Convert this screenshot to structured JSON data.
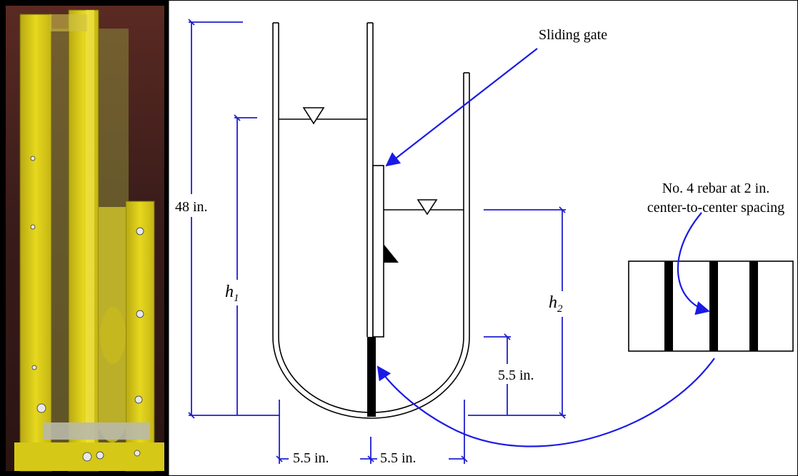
{
  "labels": {
    "sliding_gate": "Sliding gate",
    "total_height": "48 in.",
    "h1_letter": "h",
    "h1_sub": "1",
    "h2_letter": "h",
    "h2_sub": "2",
    "bottom_height": "5.5 in.",
    "width_left": "5.5 in.",
    "width_right": "5.5 in.",
    "rebar_line1": "No. 4 rebar at 2 in.",
    "rebar_line2": "center-to-center spacing"
  },
  "colors": {
    "dimension_blue": "#1f1fcf",
    "arrow_blue": "#1a1ae6",
    "photo_yellow": "#e2d21a",
    "line_black": "#000000"
  },
  "icons": {
    "water_surface": "inverted-triangle",
    "hinge": "filled-triangle"
  }
}
